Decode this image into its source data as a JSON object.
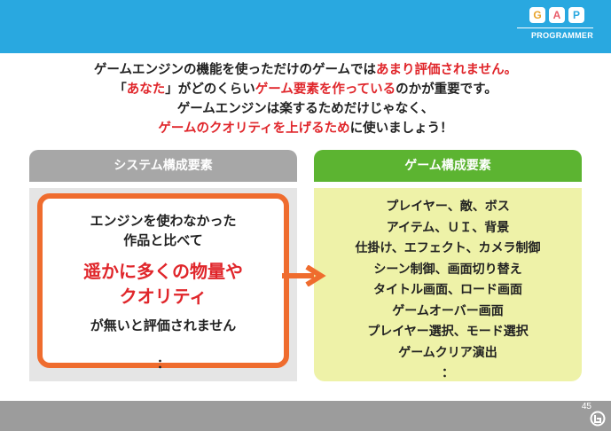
{
  "header": {
    "logo_letters": [
      "G",
      "A",
      "P"
    ],
    "logo_colors": [
      "#e8a32a",
      "#e95c6a",
      "#29a8e0"
    ],
    "logo_subtitle": "PROGRAMMER",
    "bar_color": "#29a8e0"
  },
  "intro": {
    "line1_a": "ゲームエンジンの機能を使っただけのゲームでは",
    "line1_b": "あまり評価されません。",
    "line2_a": "「",
    "line2_b": "あなた",
    "line2_c": "」がどのくらい",
    "line2_d": "ゲーム要素を作っている",
    "line2_e": "のかが重要です。",
    "line3": "ゲームエンジンは楽するためだけじゃなく、",
    "line4_a": "ゲームのクオリティを上げるため",
    "line4_b": "に使いましょう！"
  },
  "left_panel": {
    "title": "システム構成要素",
    "box_line1": "エンジンを使わなかった",
    "box_line2": "作品と比べて",
    "box_big1": "遥かに多くの物量や",
    "box_big2": "クオリティ",
    "box_last": "が無いと評価されません",
    "dots": "："
  },
  "right_panel": {
    "title": "ゲーム構成要素",
    "items": [
      "プレイヤー、敵、ボス",
      "アイテム、ＵＩ、背景",
      "仕掛け、エフェクト、カメラ制御",
      "シーン制御、画面切り替え",
      "タイトル画面、ロード画面",
      "ゲームオーバー画面",
      "プレイヤー選択、モード選択",
      "ゲームクリア演出",
      "："
    ]
  },
  "footer": {
    "page_number": "45"
  }
}
